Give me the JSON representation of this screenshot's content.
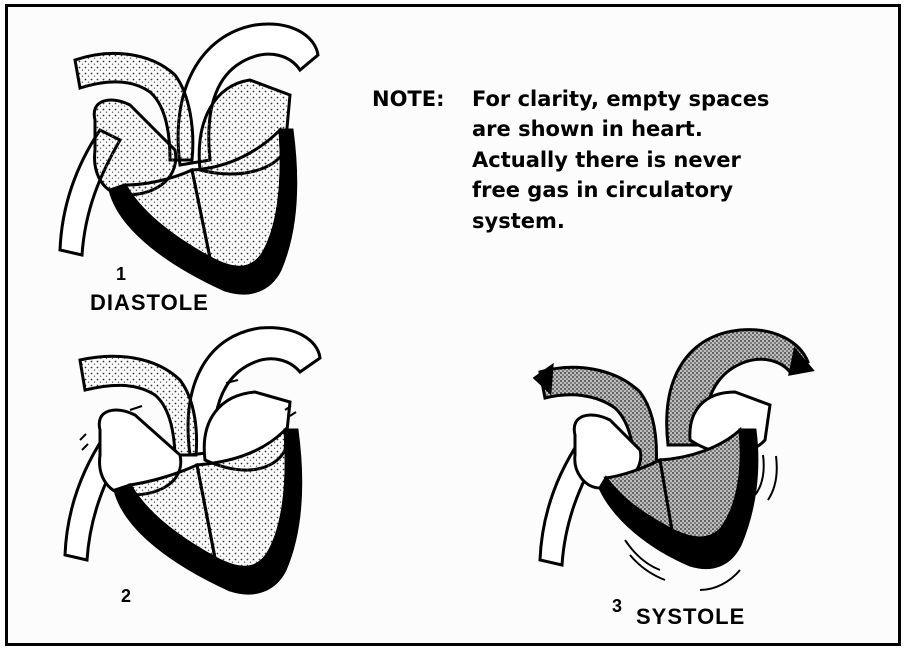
{
  "note": {
    "label": "NOTE:",
    "lines": [
      "For clarity, empty spaces",
      "are shown in heart.",
      "Actually there is never",
      "free gas in circulatory",
      "system."
    ]
  },
  "figures": [
    {
      "number": "1",
      "phase": "DIASTOLE"
    },
    {
      "number": "2",
      "phase": ""
    },
    {
      "number": "3",
      "phase": "SYSTOLE"
    }
  ],
  "colors": {
    "ink": "#000000",
    "paper": "#fcfcfc",
    "stipple": "#4a4a4a"
  }
}
